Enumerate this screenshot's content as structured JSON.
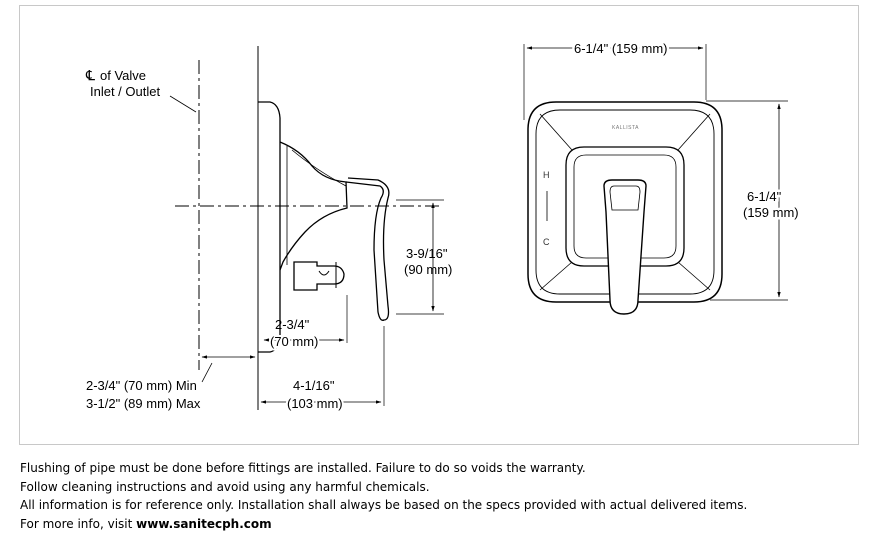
{
  "diagram": {
    "valve_label": {
      "symbol": "℄",
      "line1": "of Valve",
      "line2": "Inlet / Outlet"
    },
    "side_view": {
      "dim_lever_height_imperial": "3-9/16\"",
      "dim_lever_height_metric": "(90 mm)",
      "dim_plate_depth_imperial": "2-3/4\"",
      "dim_plate_depth_metric": "(70 mm)",
      "dim_overall_depth_imperial": "4-1/16\"",
      "dim_overall_depth_metric": "(103 mm)",
      "dim_wall_min": "2-3/4\" (70 mm) Min",
      "dim_wall_max": "3-1/2\" (89 mm) Max"
    },
    "front_view": {
      "dim_width": "6-1/4\" (159 mm)",
      "dim_height_imperial": "6-1/4\"",
      "dim_height_metric": "(159 mm)",
      "hot_label": "H",
      "cold_label": "C",
      "brand_mark": "KALLISTA"
    }
  },
  "notes": {
    "line1": "Flushing of pipe must be done before fittings are installed. Failure to do so voids the warranty.",
    "line2": "Follow cleaning instructions and avoid using any harmful chemicals.",
    "line3": "All information is for reference only. Installation shall always be based on the specs provided with actual delivered items.",
    "line4_prefix": "For more info, visit ",
    "line4_link": "www.sanitecph.com"
  }
}
